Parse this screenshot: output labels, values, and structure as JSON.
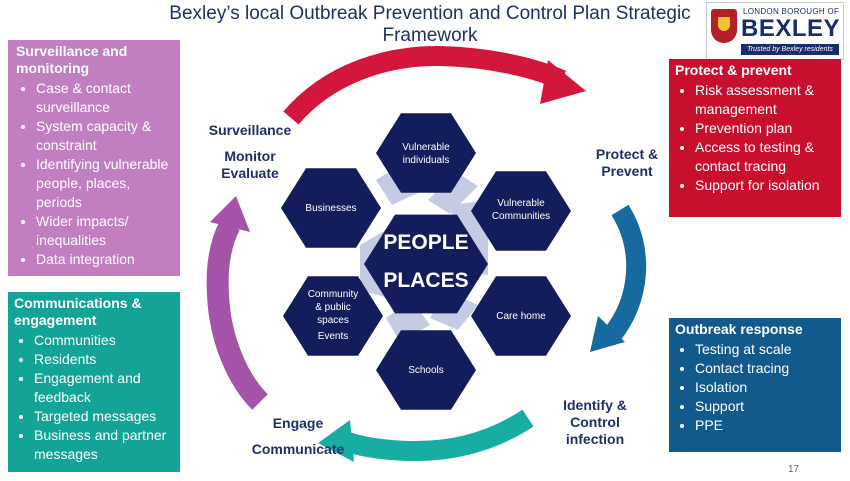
{
  "title": "Bexley’s local Outbreak Prevention and Control Plan Strategic Framework",
  "logo": {
    "top_text": "LONDON BOROUGH OF",
    "name": "BEXLEY",
    "tagline": "Trusted by Bexley residents"
  },
  "boxes": {
    "surveillance": {
      "heading": "Surveillance and monitoring",
      "items": [
        "Case & contact surveillance",
        "System capacity & constraint",
        "Identifying vulnerable people, places, periods",
        "Wider impacts/ inequalities",
        "Data integration"
      ],
      "color": "#c17ec0"
    },
    "communications": {
      "heading": "Communications & engagement",
      "items": [
        "Communities",
        "Residents",
        "Engagement and feedback",
        "Targeted messages",
        "Business and partner messages"
      ],
      "color": "#13a497"
    },
    "protect": {
      "heading": "Protect & prevent",
      "items": [
        "Risk assessment  & management",
        "Prevention plan",
        "Access to testing & contact tracing",
        "Support for isolation"
      ],
      "color": "#c8102e"
    },
    "outbreak": {
      "heading": "Outbreak response",
      "items": [
        "Testing at scale",
        "Contact tracing",
        "Isolation",
        "Support",
        "PPE"
      ],
      "color": "#135a8c"
    }
  },
  "stages": {
    "surveillance_1": "Surveillance",
    "surveillance_2": "Monitor",
    "surveillance_3": "Evaluate",
    "protect_1": "Protect &",
    "protect_2": "Prevent",
    "identify_1": "Identify &",
    "identify_2": "Control",
    "identify_3": "infection",
    "engage_1": "Engage",
    "engage_2": "Communicate"
  },
  "hexagons": {
    "center_1": "PEOPLE",
    "center_2": "PLACES",
    "vulnerable_individuals_1": "Vulnerable",
    "vulnerable_individuals_2": "individuals",
    "vulnerable_communities_1": "Vulnerable",
    "vulnerable_communities_2": "Communities",
    "care_home": "Care home",
    "schools": "Schools",
    "community_1": "Community",
    "community_2": "& public",
    "community_3": "spaces",
    "community_4": "Events",
    "businesses": "Businesses"
  },
  "colors": {
    "hex_fill": "#131d5c",
    "hex_connector": "#c5cbe3",
    "arrow_red": "#d3173c",
    "arrow_blue": "#166aa0",
    "arrow_teal": "#18ada3",
    "arrow_purple": "#a453a9",
    "title": "#1f2f6b"
  },
  "page_number": "17"
}
